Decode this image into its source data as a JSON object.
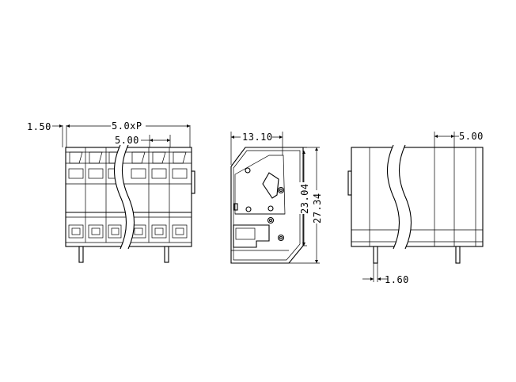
{
  "dimensions": {
    "front_edge_offset": "1.50",
    "front_total": "5.0xP",
    "front_pitch": "5.00",
    "side_width": "13.10",
    "side_height_inner": "23.04",
    "side_height_total": "27.34",
    "back_pitch": "5.00",
    "back_pin": "1.60"
  },
  "colors": {
    "line": "#000000",
    "background": "#ffffff"
  }
}
